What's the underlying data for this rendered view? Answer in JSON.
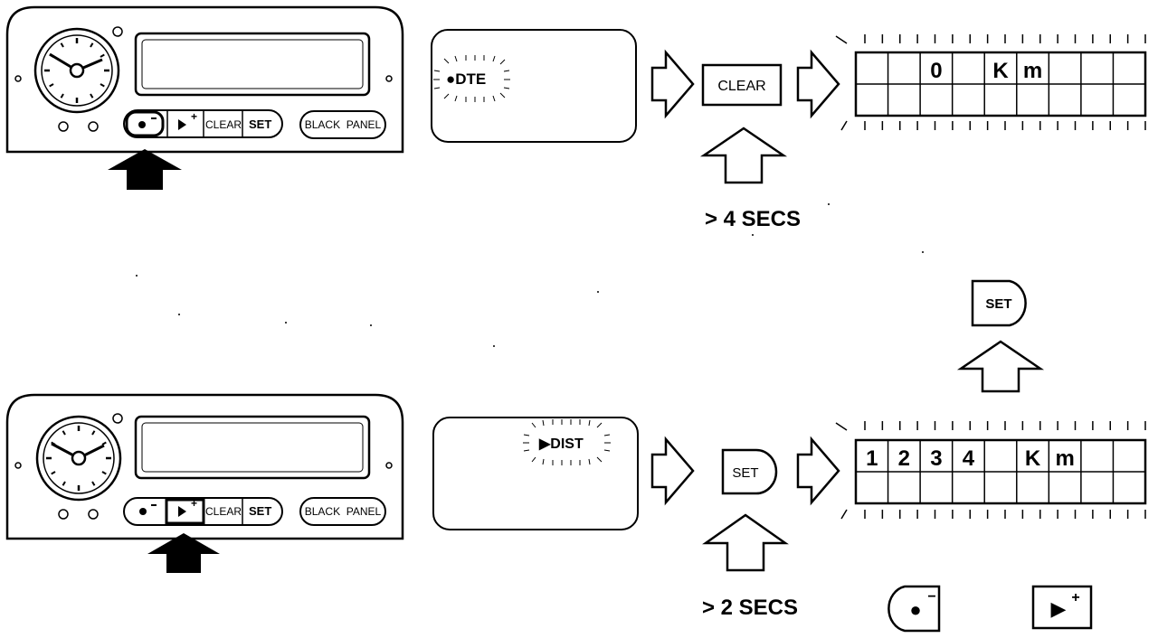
{
  "row1": {
    "console_buttons": {
      "minus": "●⁻",
      "plus": "▶⁺",
      "clear": "CLEAR",
      "set": "SET",
      "black_panel": "BLACK  PANEL"
    },
    "display_indicator": "●DTE",
    "action_button": "CLEAR",
    "hold_time": "> 4 SECS",
    "result_display": [
      "",
      "",
      "0",
      "",
      "K",
      "m",
      "",
      "",
      "",
      ""
    ]
  },
  "row2": {
    "console_buttons": {
      "minus": "●⁻",
      "plus": "▶⁺",
      "clear": "CLEAR",
      "set": "SET",
      "black_panel": "BLACK  PANEL"
    },
    "display_indicator": "▶DIST",
    "action_button": "SET",
    "hold_time": "> 2 SECS",
    "result_display": [
      "1",
      "2",
      "3",
      "4",
      "",
      "K",
      "m",
      "",
      "",
      ""
    ],
    "confirm_button": "SET",
    "adjust_minus_button": "●",
    "adjust_minus_sup": "−",
    "adjust_plus_button": "▶",
    "adjust_plus_sup": "+"
  }
}
